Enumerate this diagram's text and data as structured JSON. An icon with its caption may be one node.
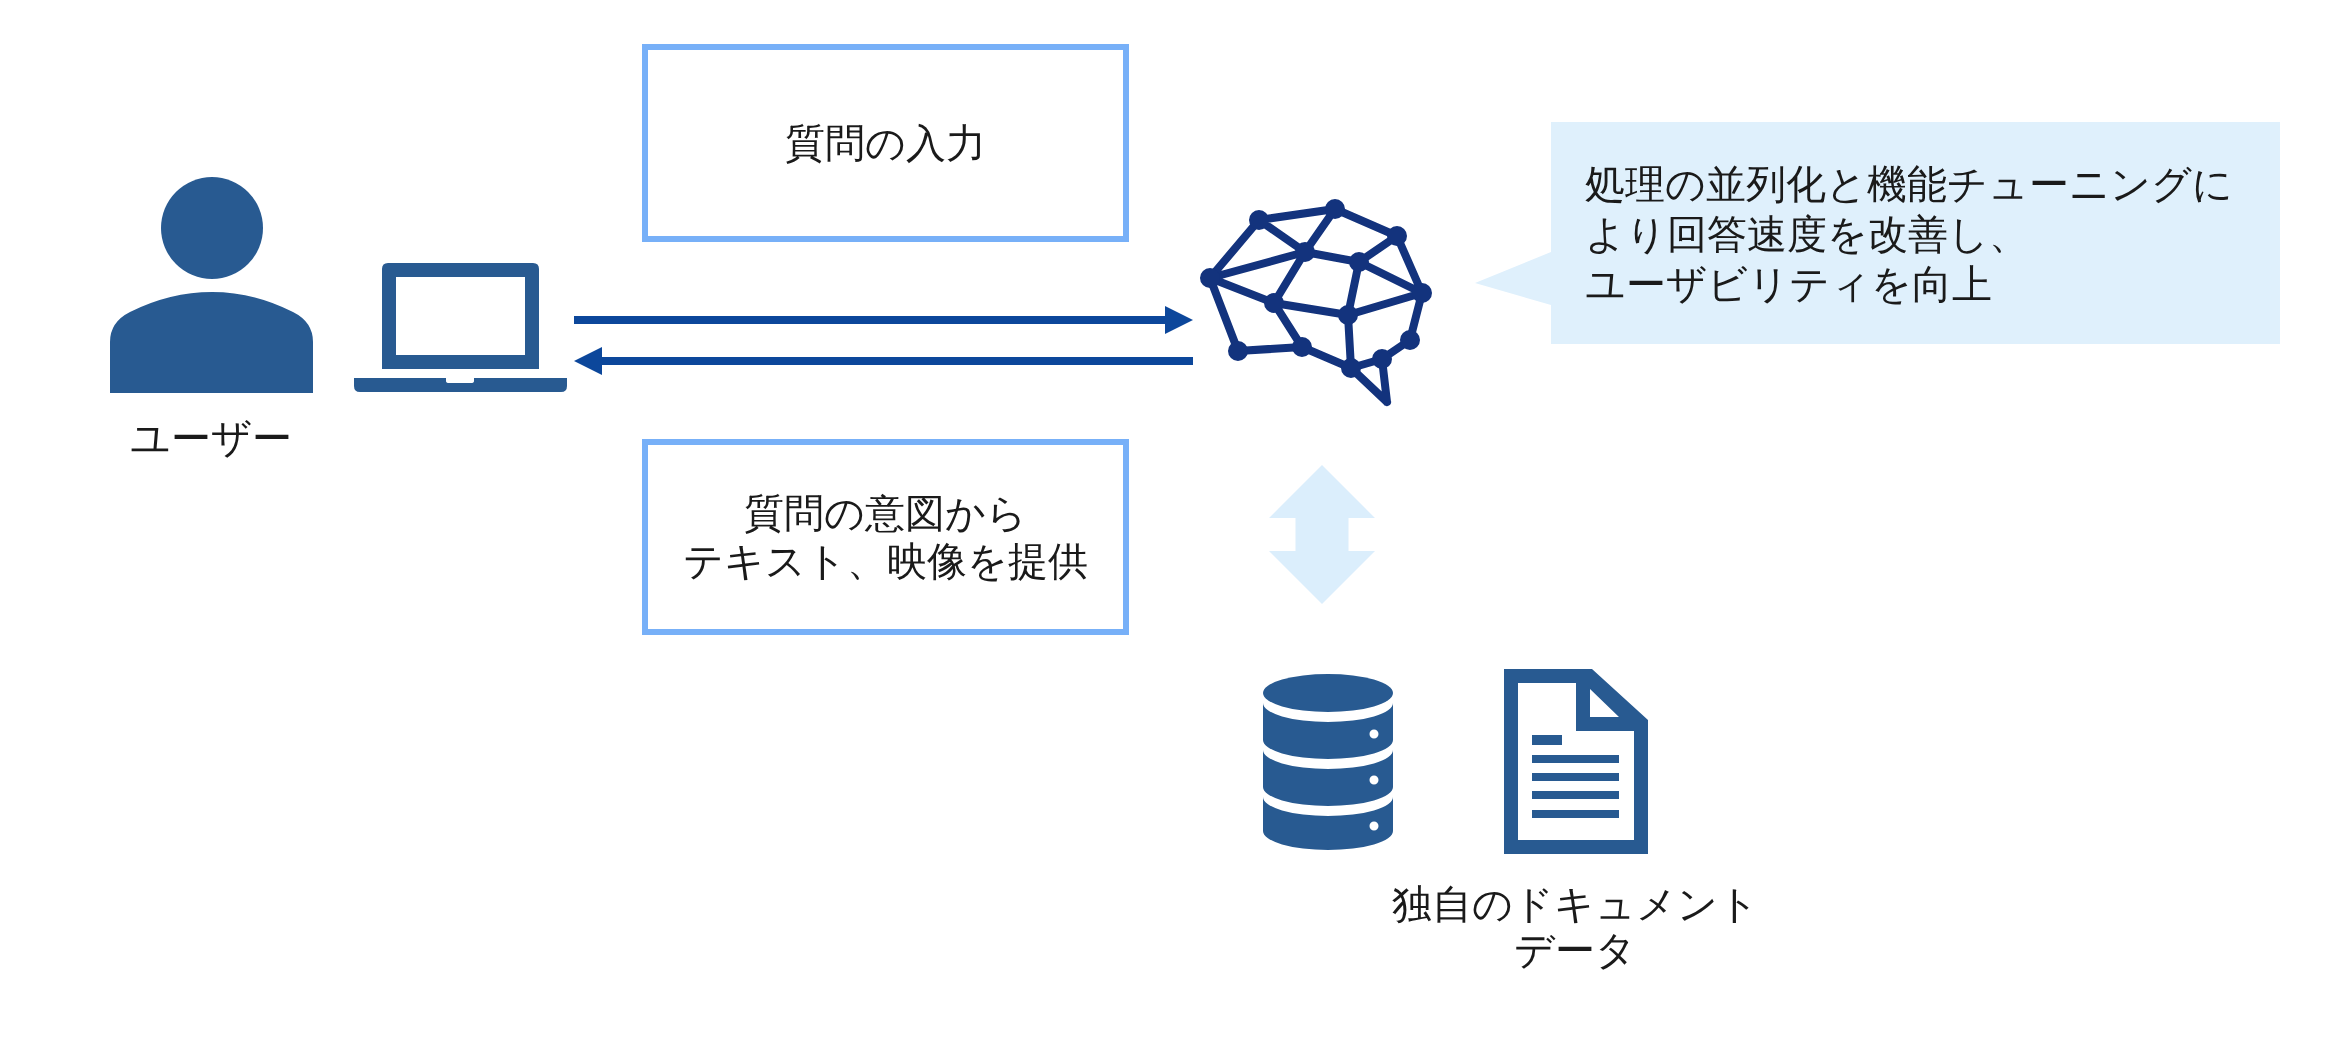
{
  "diagram": {
    "nodes": [
      {
        "text": [
          "ユーザー"
        ]
      },
      {
        "text": [
          "質問の入力"
        ]
      },
      {
        "text": [
          "質問の意図からテキスト、映像を提供"
        ]
      },
      {
        "text": [],
        "shape": "picture"
      },
      {
        "text": [
          "処理の並列化と機能チューニングにより回答速度を改善し、ユーザビリティを向上"
        ]
      },
      {
        "text": [
          "独自のドキュメントデータ"
        ]
      }
    ],
    "edges": [
      {
        "from": 0,
        "to": 3,
        "arrow": "to"
      },
      {
        "from": 3,
        "to": 0,
        "arrow": "to"
      },
      {
        "from": 3,
        "to": 5,
        "arrow": "both",
        "style": "thick",
        "color": "#dbeefc"
      }
    ]
  }
}
